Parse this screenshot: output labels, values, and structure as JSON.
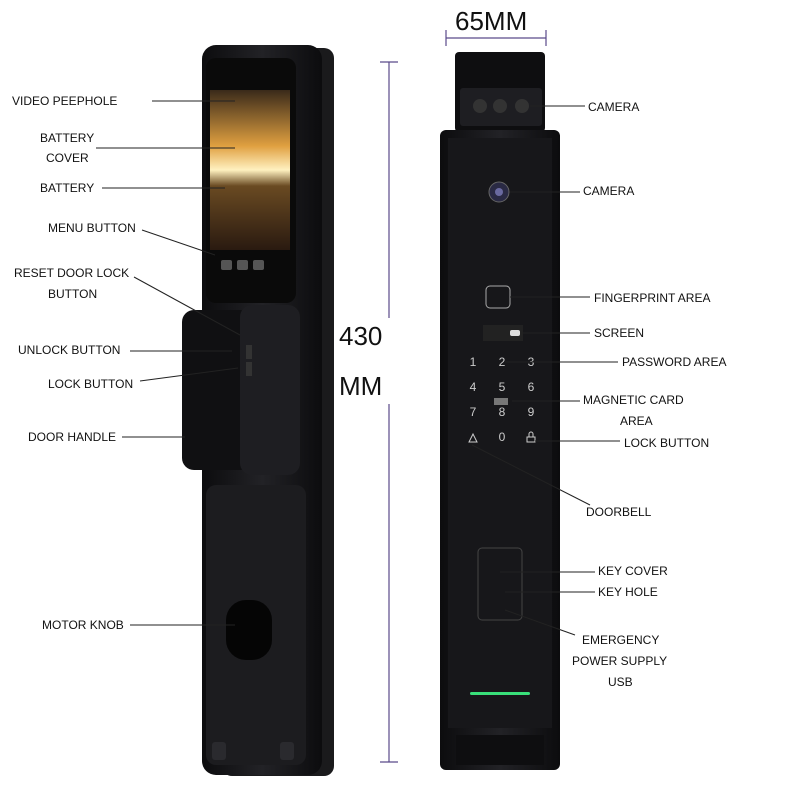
{
  "dimensions": {
    "width_label": "65MM",
    "height_label_value": "430",
    "height_label_unit": "MM"
  },
  "left_labels": {
    "video_peephole": "VIDEO PEEPHOLE",
    "battery_cover_1": "BATTERY",
    "battery_cover_2": "COVER",
    "battery": "BATTERY",
    "menu_button": "MENU BUTTON",
    "reset_1": "RESET DOOR LOCK",
    "reset_2": "BUTTON",
    "unlock_button": "UNLOCK BUTTON",
    "lock_button": "LOCK BUTTON",
    "door_handle": "DOOR HANDLE",
    "motor_knob": "MOTOR KNOB"
  },
  "right_labels": {
    "camera_top": "CAMERA",
    "camera": "CAMERA",
    "fingerprint": "FINGERPRINT AREA",
    "screen": "SCREEN",
    "password": "PASSWORD AREA",
    "magnetic_1": "MAGNETIC CARD",
    "magnetic_2": "AREA",
    "lock_button": "LOCK BUTTON",
    "doorbell": "DOORBELL",
    "key_cover": "KEY COVER",
    "key_hole": "KEY HOLE",
    "emergency_1": "EMERGENCY",
    "emergency_2": "POWER SUPPLY",
    "emergency_3": "USB"
  },
  "keypad": [
    "1",
    "2",
    "3",
    "4",
    "5",
    "6",
    "7",
    "8",
    "9",
    "0"
  ],
  "colors": {
    "body": "#151517",
    "dimension": "#5a4a8a",
    "indicator": "#39e07a"
  }
}
